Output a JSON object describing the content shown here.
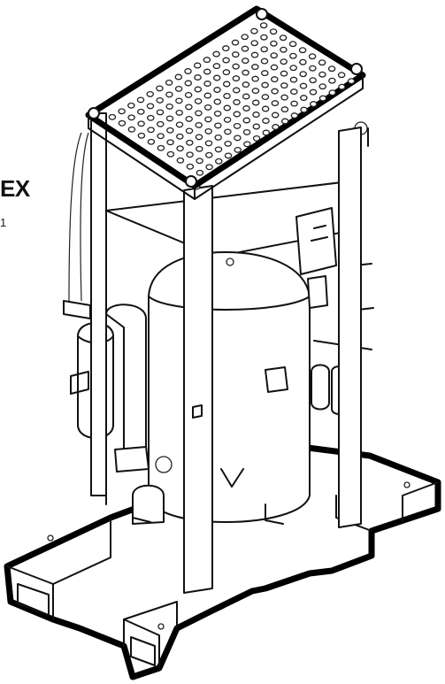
{
  "fragments": {
    "title": "EX",
    "subtitle": "1"
  },
  "illustration": {
    "subject": "water-cooled-unit-frame",
    "colors": {
      "line": "#111111",
      "fill": "#ffffff"
    }
  }
}
